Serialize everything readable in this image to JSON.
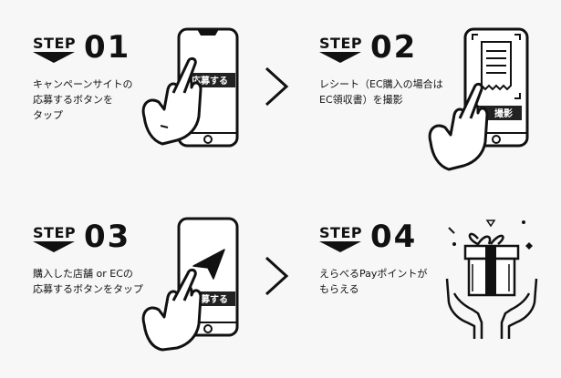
{
  "steps": [
    {
      "word": "STEP",
      "number": "01",
      "lines": [
        "キャンペーンサイトの",
        "応募するボタンを",
        "タップ"
      ],
      "screen_label": "応募する"
    },
    {
      "word": "STEP",
      "number": "02",
      "lines": [
        "レシート（EC購入の場合は",
        "EC領収書）を撮影"
      ],
      "screen_label": "撮影"
    },
    {
      "word": "STEP",
      "number": "03",
      "lines": [
        "購入した店舗 or ECの",
        "応募するボタンをタップ"
      ],
      "screen_label": "応募する"
    },
    {
      "word": "STEP",
      "number": "04",
      "lines": [
        "えらべるPayポイントが",
        "もらえる"
      ]
    }
  ],
  "icons": {
    "arrow": "chevron-right-icon",
    "camera": "camera-icon",
    "send": "paper-plane-icon",
    "gift": "gift-in-hands-icon"
  },
  "colors": {
    "ink": "#111111",
    "background": "#f7f7f7",
    "screen_button": "#222222"
  }
}
